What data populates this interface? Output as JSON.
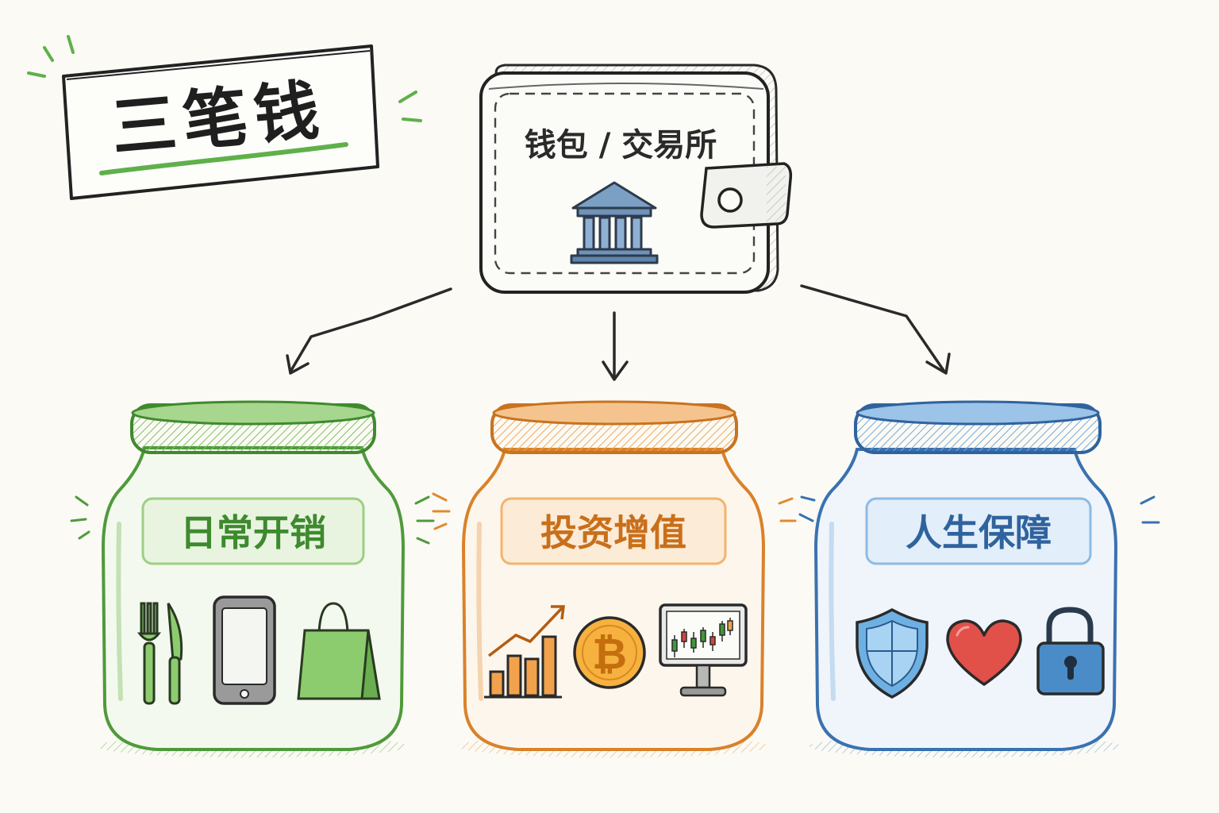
{
  "title": "三笔钱",
  "wallet": {
    "label": "钱包 / 交易所",
    "icon": "bank-icon"
  },
  "jars": [
    {
      "id": "daily",
      "label": "日常开销",
      "color": "#4f9a3b",
      "light": "#9ccf83",
      "fill": "#f3f9ee",
      "icons": [
        "fork-knife-icon",
        "smartphone-icon",
        "shopping-bag-icon"
      ]
    },
    {
      "id": "invest",
      "label": "投资增值",
      "color": "#d9822b",
      "light": "#f2b46e",
      "fill": "#fdf5ec",
      "icons": [
        "growth-chart-icon",
        "bitcoin-icon",
        "trading-monitor-icon"
      ]
    },
    {
      "id": "security",
      "label": "人生保障",
      "color": "#3a72b0",
      "light": "#8dbbe3",
      "fill": "#eff5fb",
      "icons": [
        "shield-icon",
        "heart-icon",
        "padlock-icon"
      ]
    }
  ],
  "colors": {
    "ink": "#2a2a2a",
    "accent_green": "#5fb04a",
    "background": "#fbfaf5"
  }
}
